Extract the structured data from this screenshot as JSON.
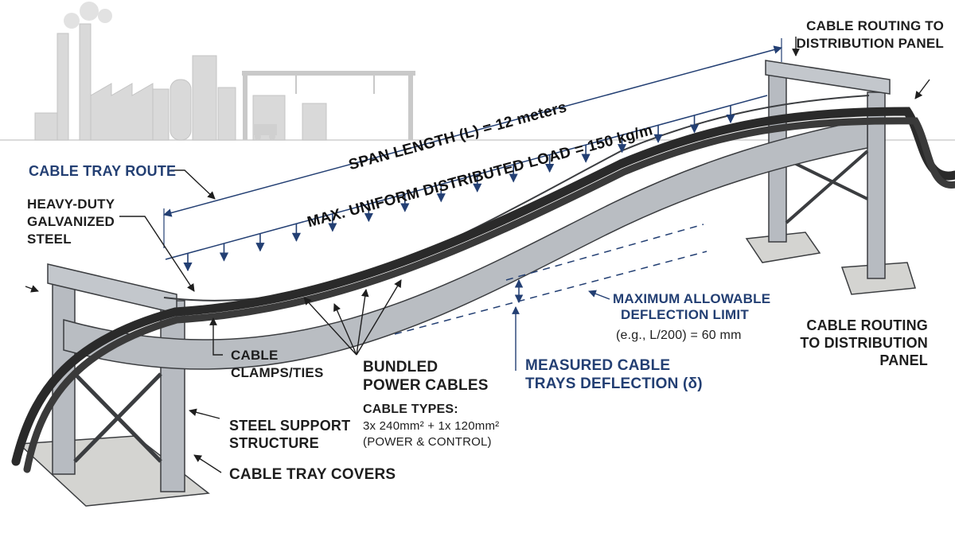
{
  "labels": {
    "cable_routing_top": [
      "CABLE ROUTING TO",
      "DISTRIBUTION PANEL"
    ],
    "cable_tray_route": "CABLE TRAY ROUTE",
    "heavy_duty": [
      "HEAVY-DUTY",
      "GALVANIZED",
      "STEEL"
    ],
    "span_length": "SPAN LENGTH (L) = 12 meters",
    "max_load": "MAX. UNIFORM DISTRIBUTED LOAD = 150 kg/m",
    "max_deflection": [
      "MAXIMUM ALLOWABLE",
      "DEFLECTION LIMIT"
    ],
    "max_deflection_example": "(e.g., L/200) = 60 mm",
    "cable_routing_right": [
      "CABLE ROUTING",
      "TO DISTRIBUTION",
      "PANEL"
    ],
    "cable_clamps": [
      "CABLE",
      "CLAMPS/TIES"
    ],
    "bundled": [
      "BUNDLED",
      "POWER CABLES"
    ],
    "cable_types_title": "CABLE TYPES:",
    "cable_types_spec": "3x 240mm² + 1x 120mm²",
    "cable_types_note": "(POWER & CONTROL)",
    "measured": [
      "MEASURED CABLE",
      "TRAYS DEFLECTION (δ)"
    ],
    "steel_support": [
      "STEEL SUPPORT",
      "STRUCTURE"
    ],
    "tray_covers": "CABLE TRAY COVERS"
  },
  "colors": {
    "accent_blue": "#233f73",
    "steel": "#b8bcc2",
    "steel_dark": "#7d8288",
    "cable": "#2a2a2a",
    "concrete": "#c9c9c6",
    "background_industry": "#d6d6d6"
  },
  "icons": [
    "factory-silhouette-icon",
    "gantry-crane-icon",
    "forklift-icon",
    "load-arrow-icon"
  ]
}
